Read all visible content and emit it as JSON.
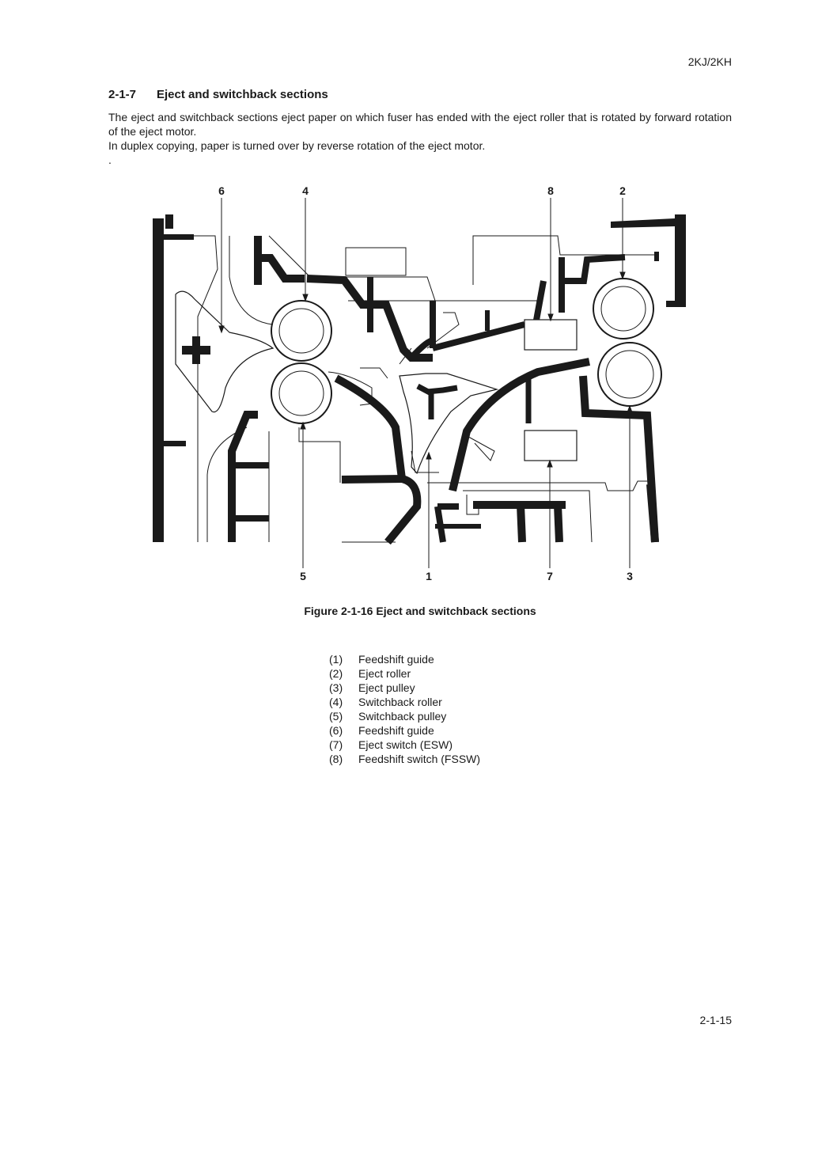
{
  "header": {
    "doc_code": "2KJ/2KH"
  },
  "section": {
    "number": "2-1-7",
    "title": "Eject and switchback sections"
  },
  "body": {
    "para1": "The eject and switchback sections eject paper on which fuser has ended with the eject roller that is rotated by forward rotation of the eject motor.",
    "para2": "In duplex copying, paper is turned over by reverse rotation of the eject motor.",
    "para3": "."
  },
  "figure": {
    "callouts": {
      "c1": "1",
      "c2": "2",
      "c3": "3",
      "c4": "4",
      "c5": "5",
      "c6": "6",
      "c7": "7",
      "c8": "8"
    },
    "caption": "Figure 2-1-16 Eject and switchback sections"
  },
  "legend": [
    {
      "num": "(1)",
      "label": "Feedshift guide"
    },
    {
      "num": "(2)",
      "label": "Eject roller"
    },
    {
      "num": "(3)",
      "label": "Eject pulley"
    },
    {
      "num": "(4)",
      "label": "Switchback roller"
    },
    {
      "num": "(5)",
      "label": "Switchback pulley"
    },
    {
      "num": "(6)",
      "label": "Feedshift guide"
    },
    {
      "num": "(7)",
      "label": "Eject switch (ESW)"
    },
    {
      "num": "(8)",
      "label": "Feedshift switch (FSSW)"
    }
  ],
  "footer": {
    "page_number": "2-1-15"
  }
}
